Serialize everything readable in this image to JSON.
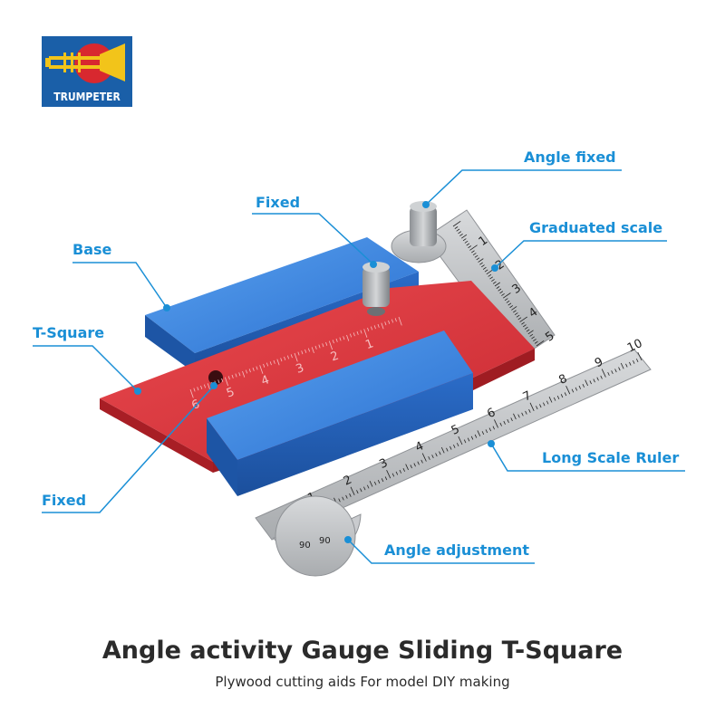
{
  "brand": {
    "name": "TRUMPETER",
    "colors": {
      "blue": "#1a5fa8",
      "red": "#d8282f",
      "yellow": "#f2c41a"
    }
  },
  "callouts": {
    "angle_fixed": "Angle fixed",
    "fixed_top": "Fixed",
    "graduated_scale": "Graduated scale",
    "base": "Base",
    "t_square": "T-Square",
    "long_scale_ruler": "Long Scale Ruler",
    "fixed_bottom": "Fixed",
    "angle_adjustment": "Angle adjustment"
  },
  "title": "Angle activity Gauge Sliding T-Square",
  "subtitle": "Plywood cutting aids For model DIY making",
  "colors": {
    "callout": "#1a8fd6",
    "base_blue": "#2f7fd9",
    "tsquare_red": "#d8313a",
    "steel": "#b9bcbf",
    "title": "#2b2b2b"
  },
  "scales": {
    "tsquare": [
      "1",
      "2",
      "3",
      "4",
      "5",
      "6"
    ],
    "graduated": [
      "1",
      "2",
      "3",
      "4",
      "5"
    ],
    "long_ruler": [
      "1",
      "2",
      "3",
      "4",
      "5",
      "6",
      "7",
      "8",
      "9",
      "10"
    ],
    "protractor": [
      "90",
      "90"
    ]
  },
  "icons": [
    "trumpet-icon",
    "thumb-screw-icon"
  ]
}
